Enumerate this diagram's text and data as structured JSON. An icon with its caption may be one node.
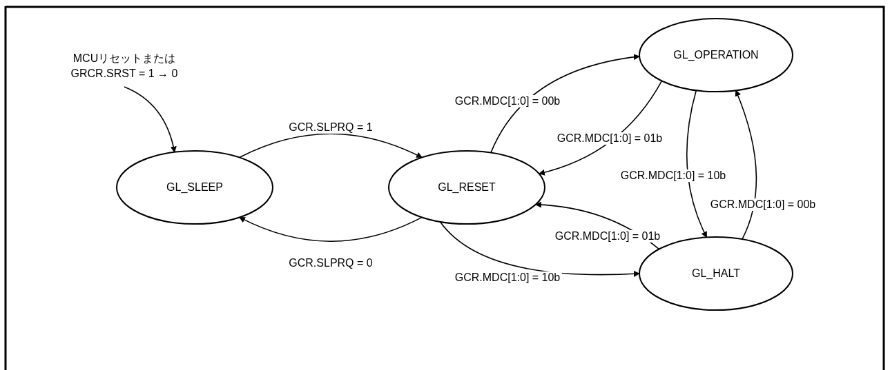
{
  "diagram": {
    "nodes": [
      {
        "text": [
          "MCUリセットまたは GRCR.SRST = 1 → 0"
        ]
      },
      {
        "text": [
          "GL_SLEEP"
        ]
      },
      {
        "text": [
          "GL_RESET"
        ]
      },
      {
        "text": [
          "GL_OPERATION"
        ]
      },
      {
        "text": [
          "GL_HALT"
        ]
      }
    ],
    "edges": [
      {
        "from": 0,
        "to": 1,
        "arrow": "to"
      },
      {
        "from": 1,
        "to": 2,
        "arrow": "to",
        "label": "GCR.SLPRQ = 1"
      },
      {
        "from": 2,
        "to": 1,
        "arrow": "to",
        "label": "GCR.SLPRQ = 0"
      },
      {
        "from": 2,
        "to": 3,
        "arrow": "to",
        "label": "GCR.MDC[1:0] = 00b"
      },
      {
        "from": 3,
        "to": 2,
        "arrow": "to",
        "label": "GCR.MDC[1:0] = 01b"
      },
      {
        "from": 3,
        "to": 4,
        "arrow": "to",
        "label": "GCR.MDC[1:0] = 10b"
      },
      {
        "from": 4,
        "to": 3,
        "arrow": "to",
        "label": "GCR.MDC[1:0] = 00b"
      },
      {
        "from": 4,
        "to": 2,
        "arrow": "to",
        "label": "GCR.MDC[1:0] = 01b"
      },
      {
        "from": 2,
        "to": 4,
        "arrow": "to",
        "label": "GCR.MDC[1:0] = 10b"
      }
    ]
  }
}
